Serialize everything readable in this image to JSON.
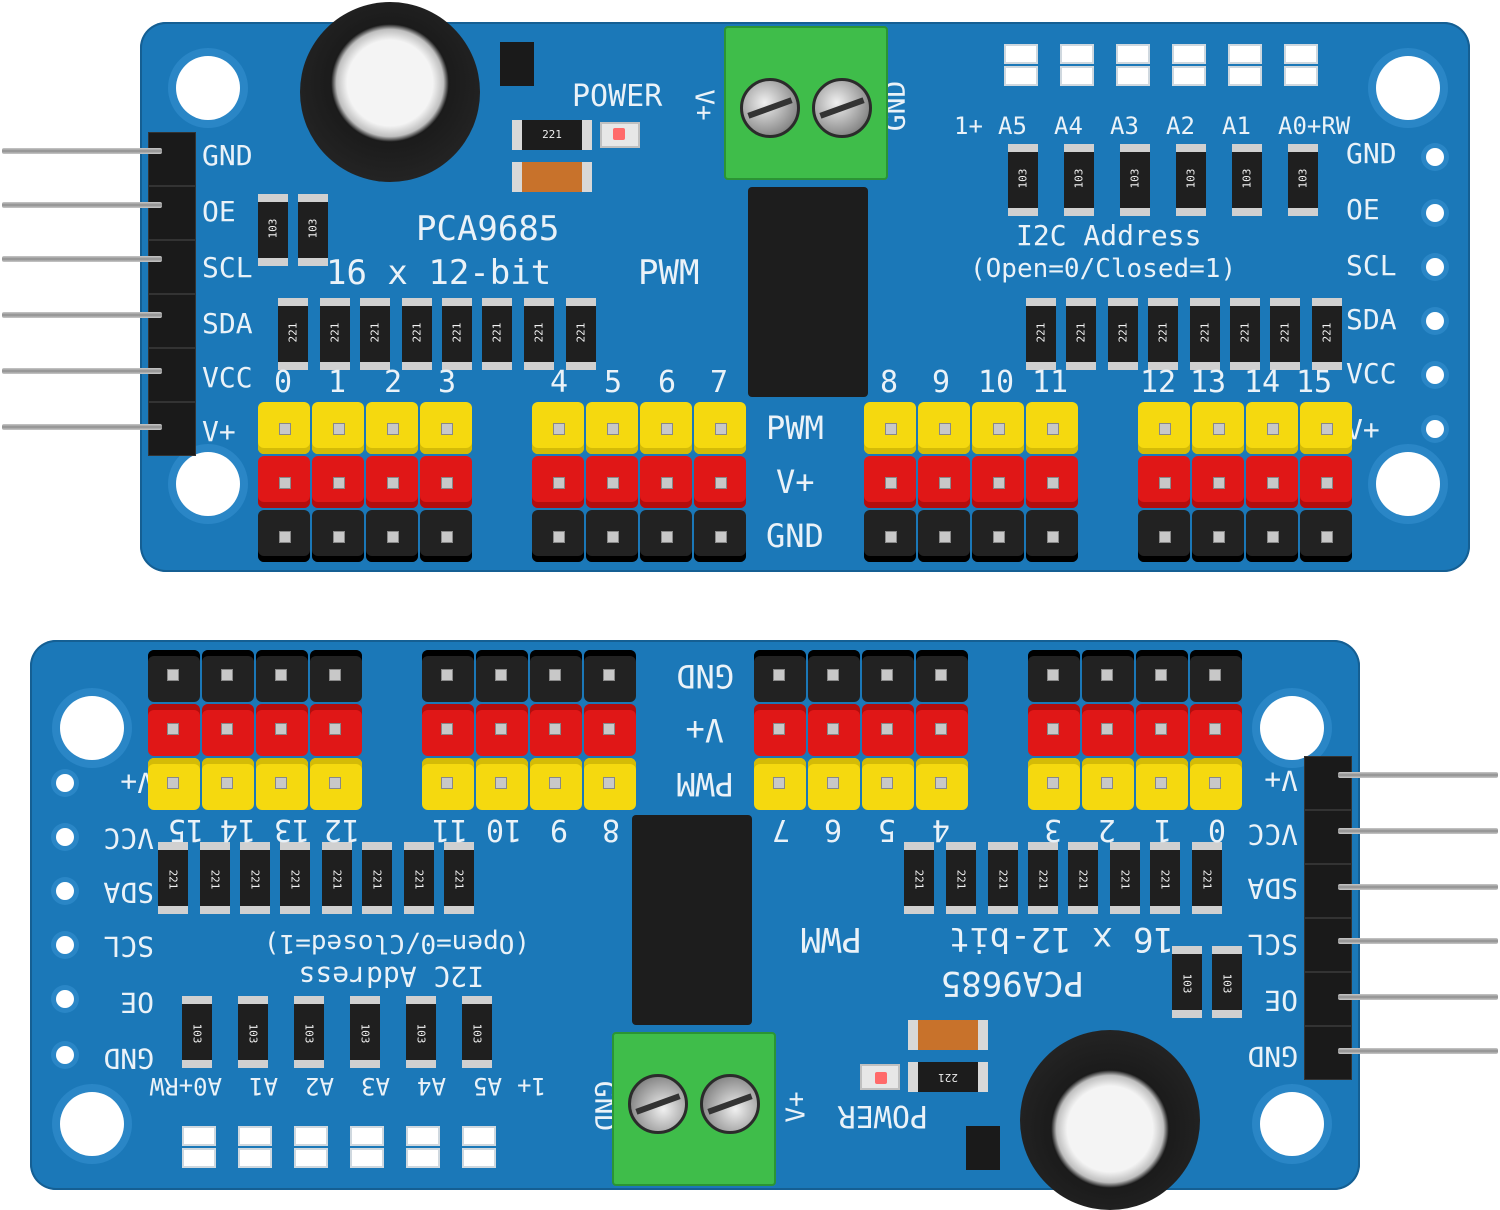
{
  "board": {
    "chip_name": "PCA9685",
    "subtitle": "16 x 12-bit",
    "pwm_label": "PWM",
    "power_label": "POWER",
    "terminal_plus": "V+",
    "terminal_gnd": "GND",
    "address_title": "I2C Address",
    "address_note": "(Open=0/Closed=1)",
    "address_pins": [
      "1+",
      "A5",
      "A4",
      "A3",
      "A2",
      "A1",
      "A0+RW"
    ],
    "resistor_code_pull": "103",
    "resistor_code_series": "221",
    "left_header": [
      "GND",
      "OE",
      "SCL",
      "SDA",
      "VCC",
      "V+"
    ],
    "right_header": [
      "GND",
      "OE",
      "SCL",
      "SDA",
      "VCC",
      "V+"
    ],
    "channels": [
      "0",
      "1",
      "2",
      "3",
      "4",
      "5",
      "6",
      "7",
      "8",
      "9",
      "10",
      "11",
      "12",
      "13",
      "14",
      "15"
    ],
    "rail_labels": [
      "PWM",
      "V+",
      "GND"
    ]
  }
}
